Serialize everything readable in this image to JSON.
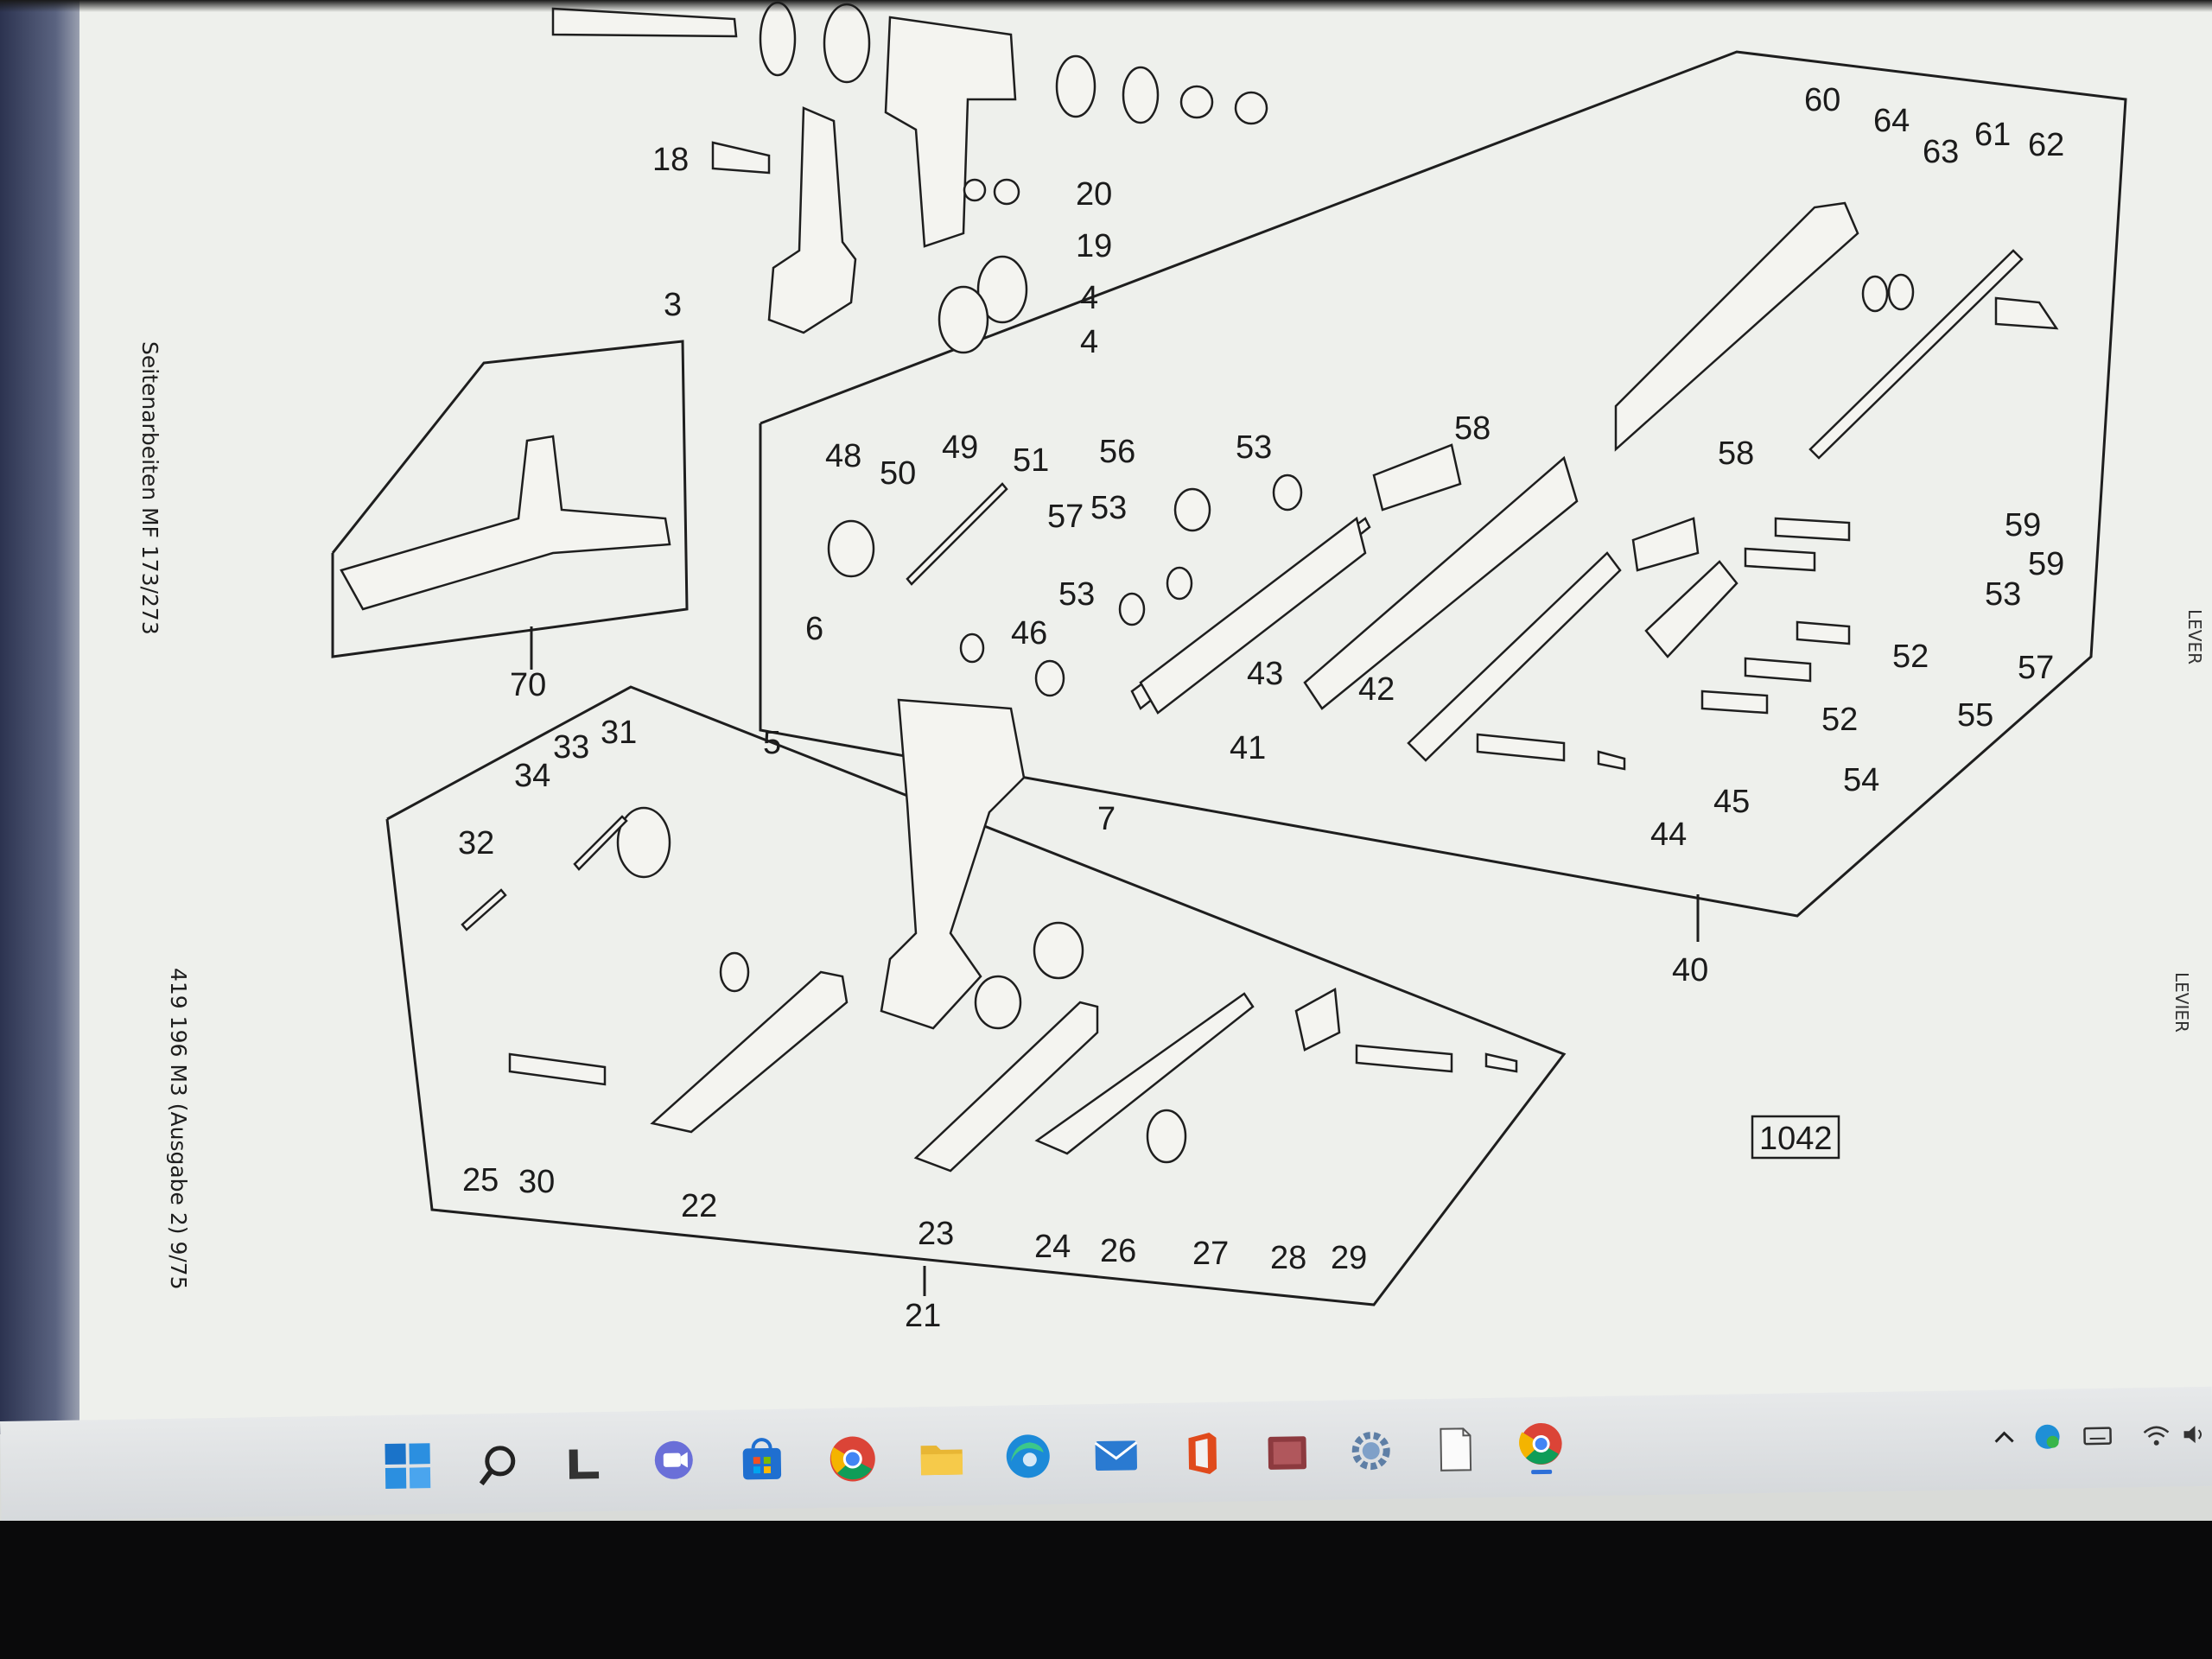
{
  "document": {
    "side_title": "Seitenarbeiten MF 173/273",
    "side_code": "419 196 M3 (Ausgabe 2) 9/75",
    "figure_number": "1042",
    "edge_labels": [
      "LEVER",
      "LEVIER"
    ]
  },
  "callouts": {
    "c18": "18",
    "c20": "20",
    "c19": "19",
    "c3": "3",
    "c4a": "4",
    "c4b": "4",
    "c60": "60",
    "c64": "64",
    "c63": "63",
    "c61": "61",
    "c62": "62",
    "c48": "48",
    "c50": "50",
    "c49": "49",
    "c51": "51",
    "c56": "56",
    "c53a": "53",
    "c58a": "58",
    "c58b": "58",
    "c57a": "57",
    "c53b": "53",
    "c53c": "53",
    "c59a": "59",
    "c59b": "59",
    "c53d": "53",
    "c52a": "52",
    "c57b": "57",
    "c6": "6",
    "c46": "46",
    "c43": "43",
    "c42": "42",
    "c41": "41",
    "c55": "55",
    "c52b": "52",
    "c45": "45",
    "c54": "54",
    "c44": "44",
    "c70": "70",
    "c33": "33",
    "c31": "31",
    "c34": "34",
    "c32": "32",
    "c5": "5",
    "c7": "7",
    "c40": "40",
    "c25": "25",
    "c30": "30",
    "c22": "22",
    "c23": "23",
    "c24": "24",
    "c26": "26",
    "c27": "27",
    "c28": "28",
    "c29": "29",
    "c21": "21"
  },
  "taskbar": {
    "icons": [
      "windows-start-icon",
      "search-icon",
      "task-view-icon",
      "chat-icon",
      "store-icon",
      "chrome-icon",
      "file-explorer-icon",
      "edge-icon",
      "mail-icon",
      "office-icon",
      "book-app-icon",
      "settings-icon",
      "notepad-icon",
      "chrome-active-icon"
    ],
    "tray": [
      "chevron-up-icon",
      "security-icon",
      "keyboard-icon",
      "wifi-icon",
      "volume-icon"
    ]
  }
}
